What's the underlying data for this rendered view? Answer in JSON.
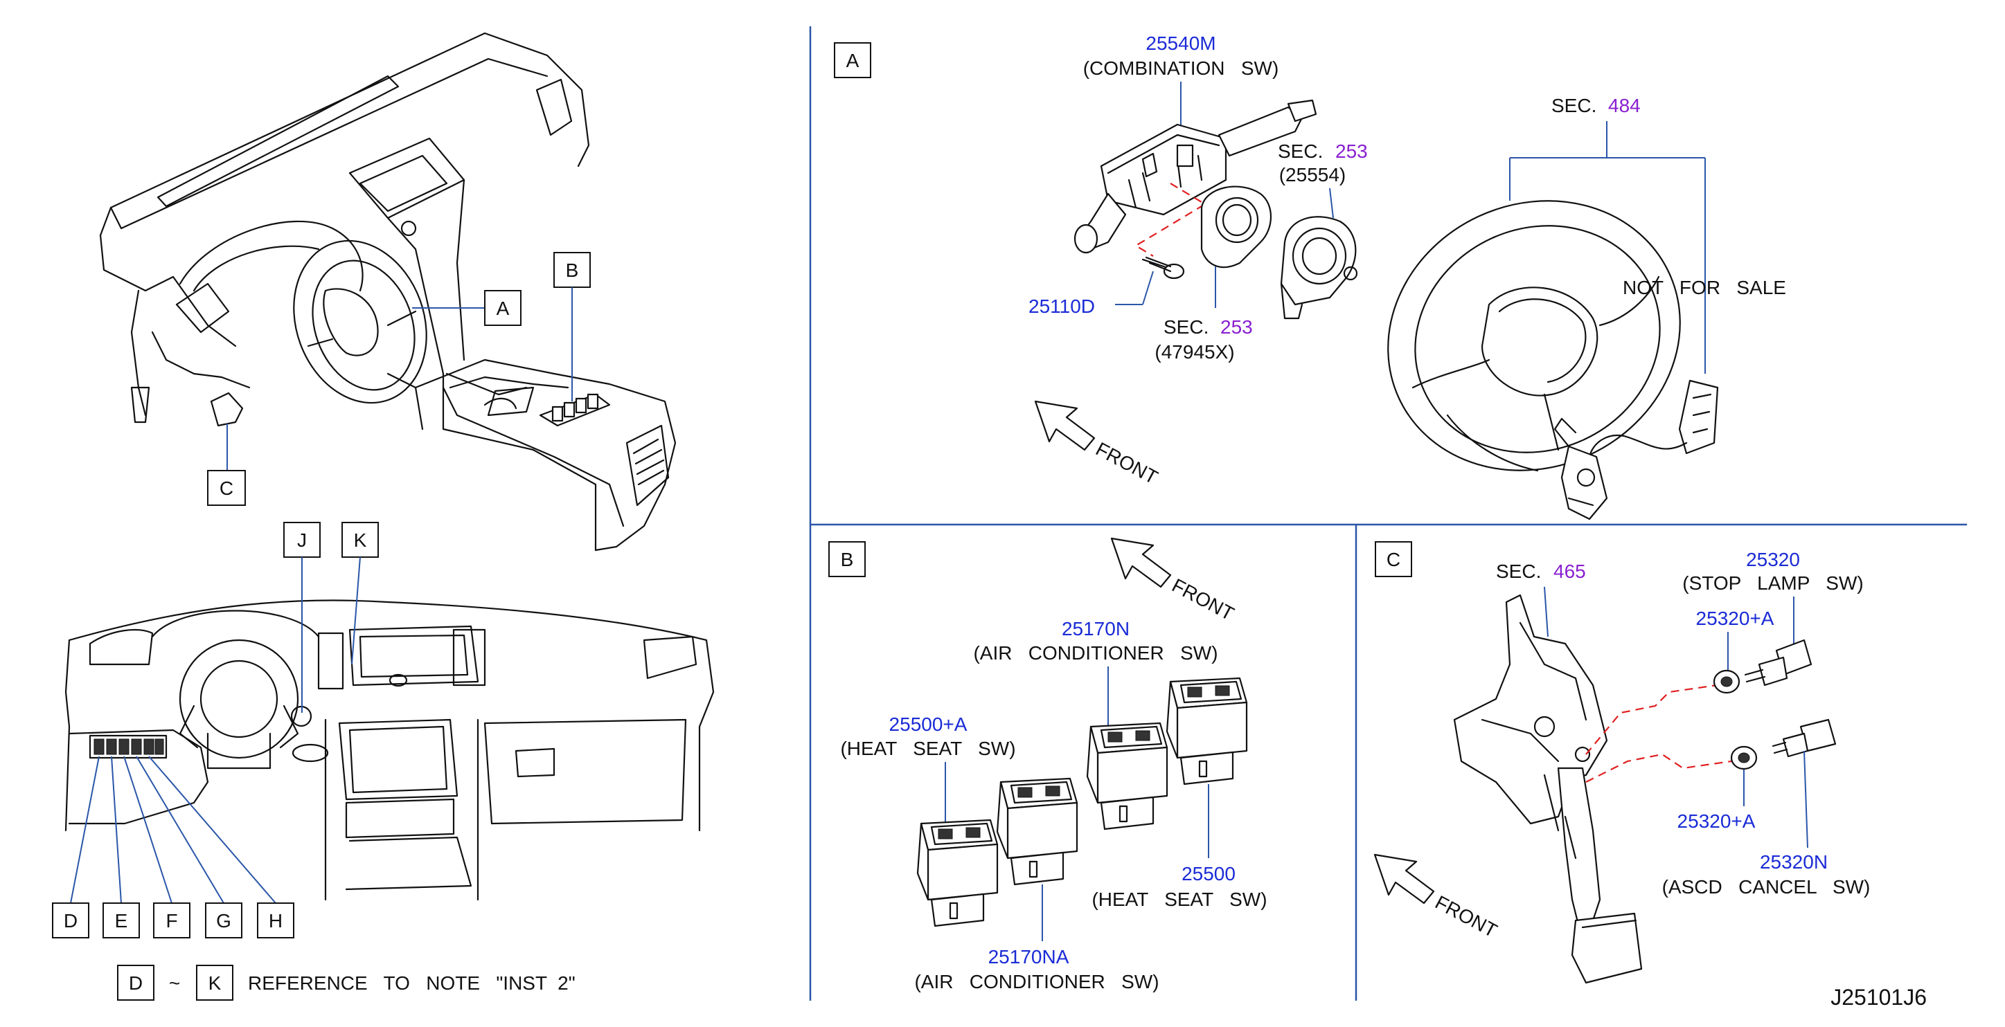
{
  "callouts": {
    "A": "A",
    "B": "B",
    "C": "C",
    "D": "D",
    "E": "E",
    "F": "F",
    "G": "G",
    "H": "H",
    "J": "J",
    "K": "K"
  },
  "reference": {
    "from": "D",
    "tilde": "~",
    "to": "K",
    "text": "REFERENCE   TO   NOTE   \"INST  2\""
  },
  "panel_a": {
    "label": "A",
    "combination_sw": {
      "pn": "25540M",
      "desc": "(COMBINATION   SW)"
    },
    "screw": {
      "pn": "25110D"
    },
    "sec253_upper": {
      "sec": "SEC.",
      "num": "253",
      "sub": "(25554)"
    },
    "sec253_lower": {
      "sec": "SEC.",
      "num": "253",
      "sub": "(47945X)"
    },
    "sec484": {
      "sec": "SEC.",
      "num": "484"
    },
    "not_for_sale": "NOT   FOR   SALE",
    "front": "FRONT"
  },
  "panel_b": {
    "label": "B",
    "front": "FRONT",
    "ac_sw_n": {
      "pn": "25170N",
      "desc": "(AIR   CONDITIONER   SW)"
    },
    "heat_seat_a": {
      "pn": "25500+A",
      "desc": "(HEAT   SEAT   SW)"
    },
    "heat_seat": {
      "pn": "25500",
      "desc": "(HEAT   SEAT   SW)"
    },
    "ac_sw_na": {
      "pn": "25170NA",
      "desc": "(AIR   CONDITIONER   SW)"
    }
  },
  "panel_c": {
    "label": "C",
    "sec465": {
      "sec": "SEC.",
      "num": "465"
    },
    "stop_lamp": {
      "pn": "25320",
      "desc": "(STOP   LAMP   SW)"
    },
    "clip_upper": {
      "pn": "25320+A"
    },
    "clip_lower": {
      "pn": "25320+A"
    },
    "ascd": {
      "pn": "25320N",
      "desc": "(ASCD   CANCEL   SW)"
    },
    "front": "FRONT"
  },
  "diagram_id": "J25101J6"
}
